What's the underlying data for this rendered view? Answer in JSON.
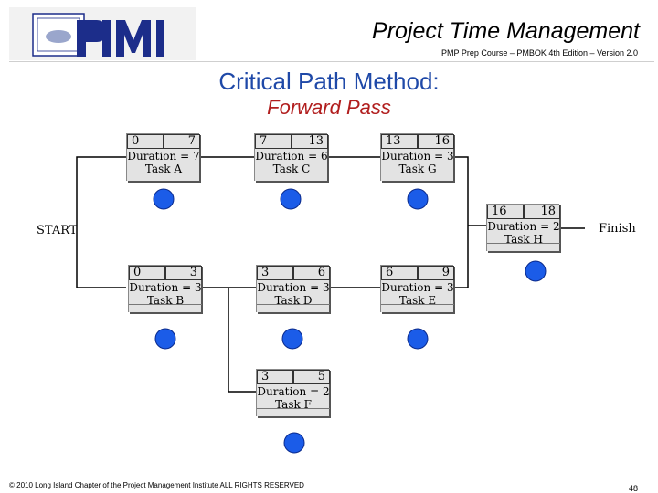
{
  "header": {
    "title": "Project Time Management",
    "subtitle": "PMP Prep Course – PMBOK 4th Edition – Version 2.0"
  },
  "slide": {
    "title": "Critical Path Method:",
    "subtitle": "Forward Pass"
  },
  "network": {
    "start_label": "START",
    "finish_label": "Finish",
    "tasks": [
      {
        "id": "a",
        "es": "0",
        "ef": "7",
        "duration": "Duration = 7",
        "name": "Task A"
      },
      {
        "id": "c",
        "es": "7",
        "ef": "13",
        "duration": "Duration = 6",
        "name": "Task C"
      },
      {
        "id": "g",
        "es": "13",
        "ef": "16",
        "duration": "Duration = 3",
        "name": "Task G"
      },
      {
        "id": "h",
        "es": "16",
        "ef": "18",
        "duration": "Duration = 2",
        "name": "Task H"
      },
      {
        "id": "b",
        "es": "0",
        "ef": "3",
        "duration": "Duration = 3",
        "name": "Task B"
      },
      {
        "id": "d",
        "es": "3",
        "ef": "6",
        "duration": "Duration = 3",
        "name": "Task D"
      },
      {
        "id": "e",
        "es": "6",
        "ef": "9",
        "duration": "Duration = 3",
        "name": "Task E"
      },
      {
        "id": "f",
        "es": "3",
        "ef": "5",
        "duration": "Duration = 2",
        "name": "Task F"
      }
    ]
  },
  "footer": {
    "copyright": "© 2010 Long Island Chapter of the Project Management Institute  ALL RIGHTS RESERVED",
    "page": "48"
  },
  "colors": {
    "title_blue": "#1f49a8",
    "subtitle_red": "#b11e1e",
    "node_fill": "#1b5ce8",
    "logo_navy": "#1c2d8a"
  }
}
